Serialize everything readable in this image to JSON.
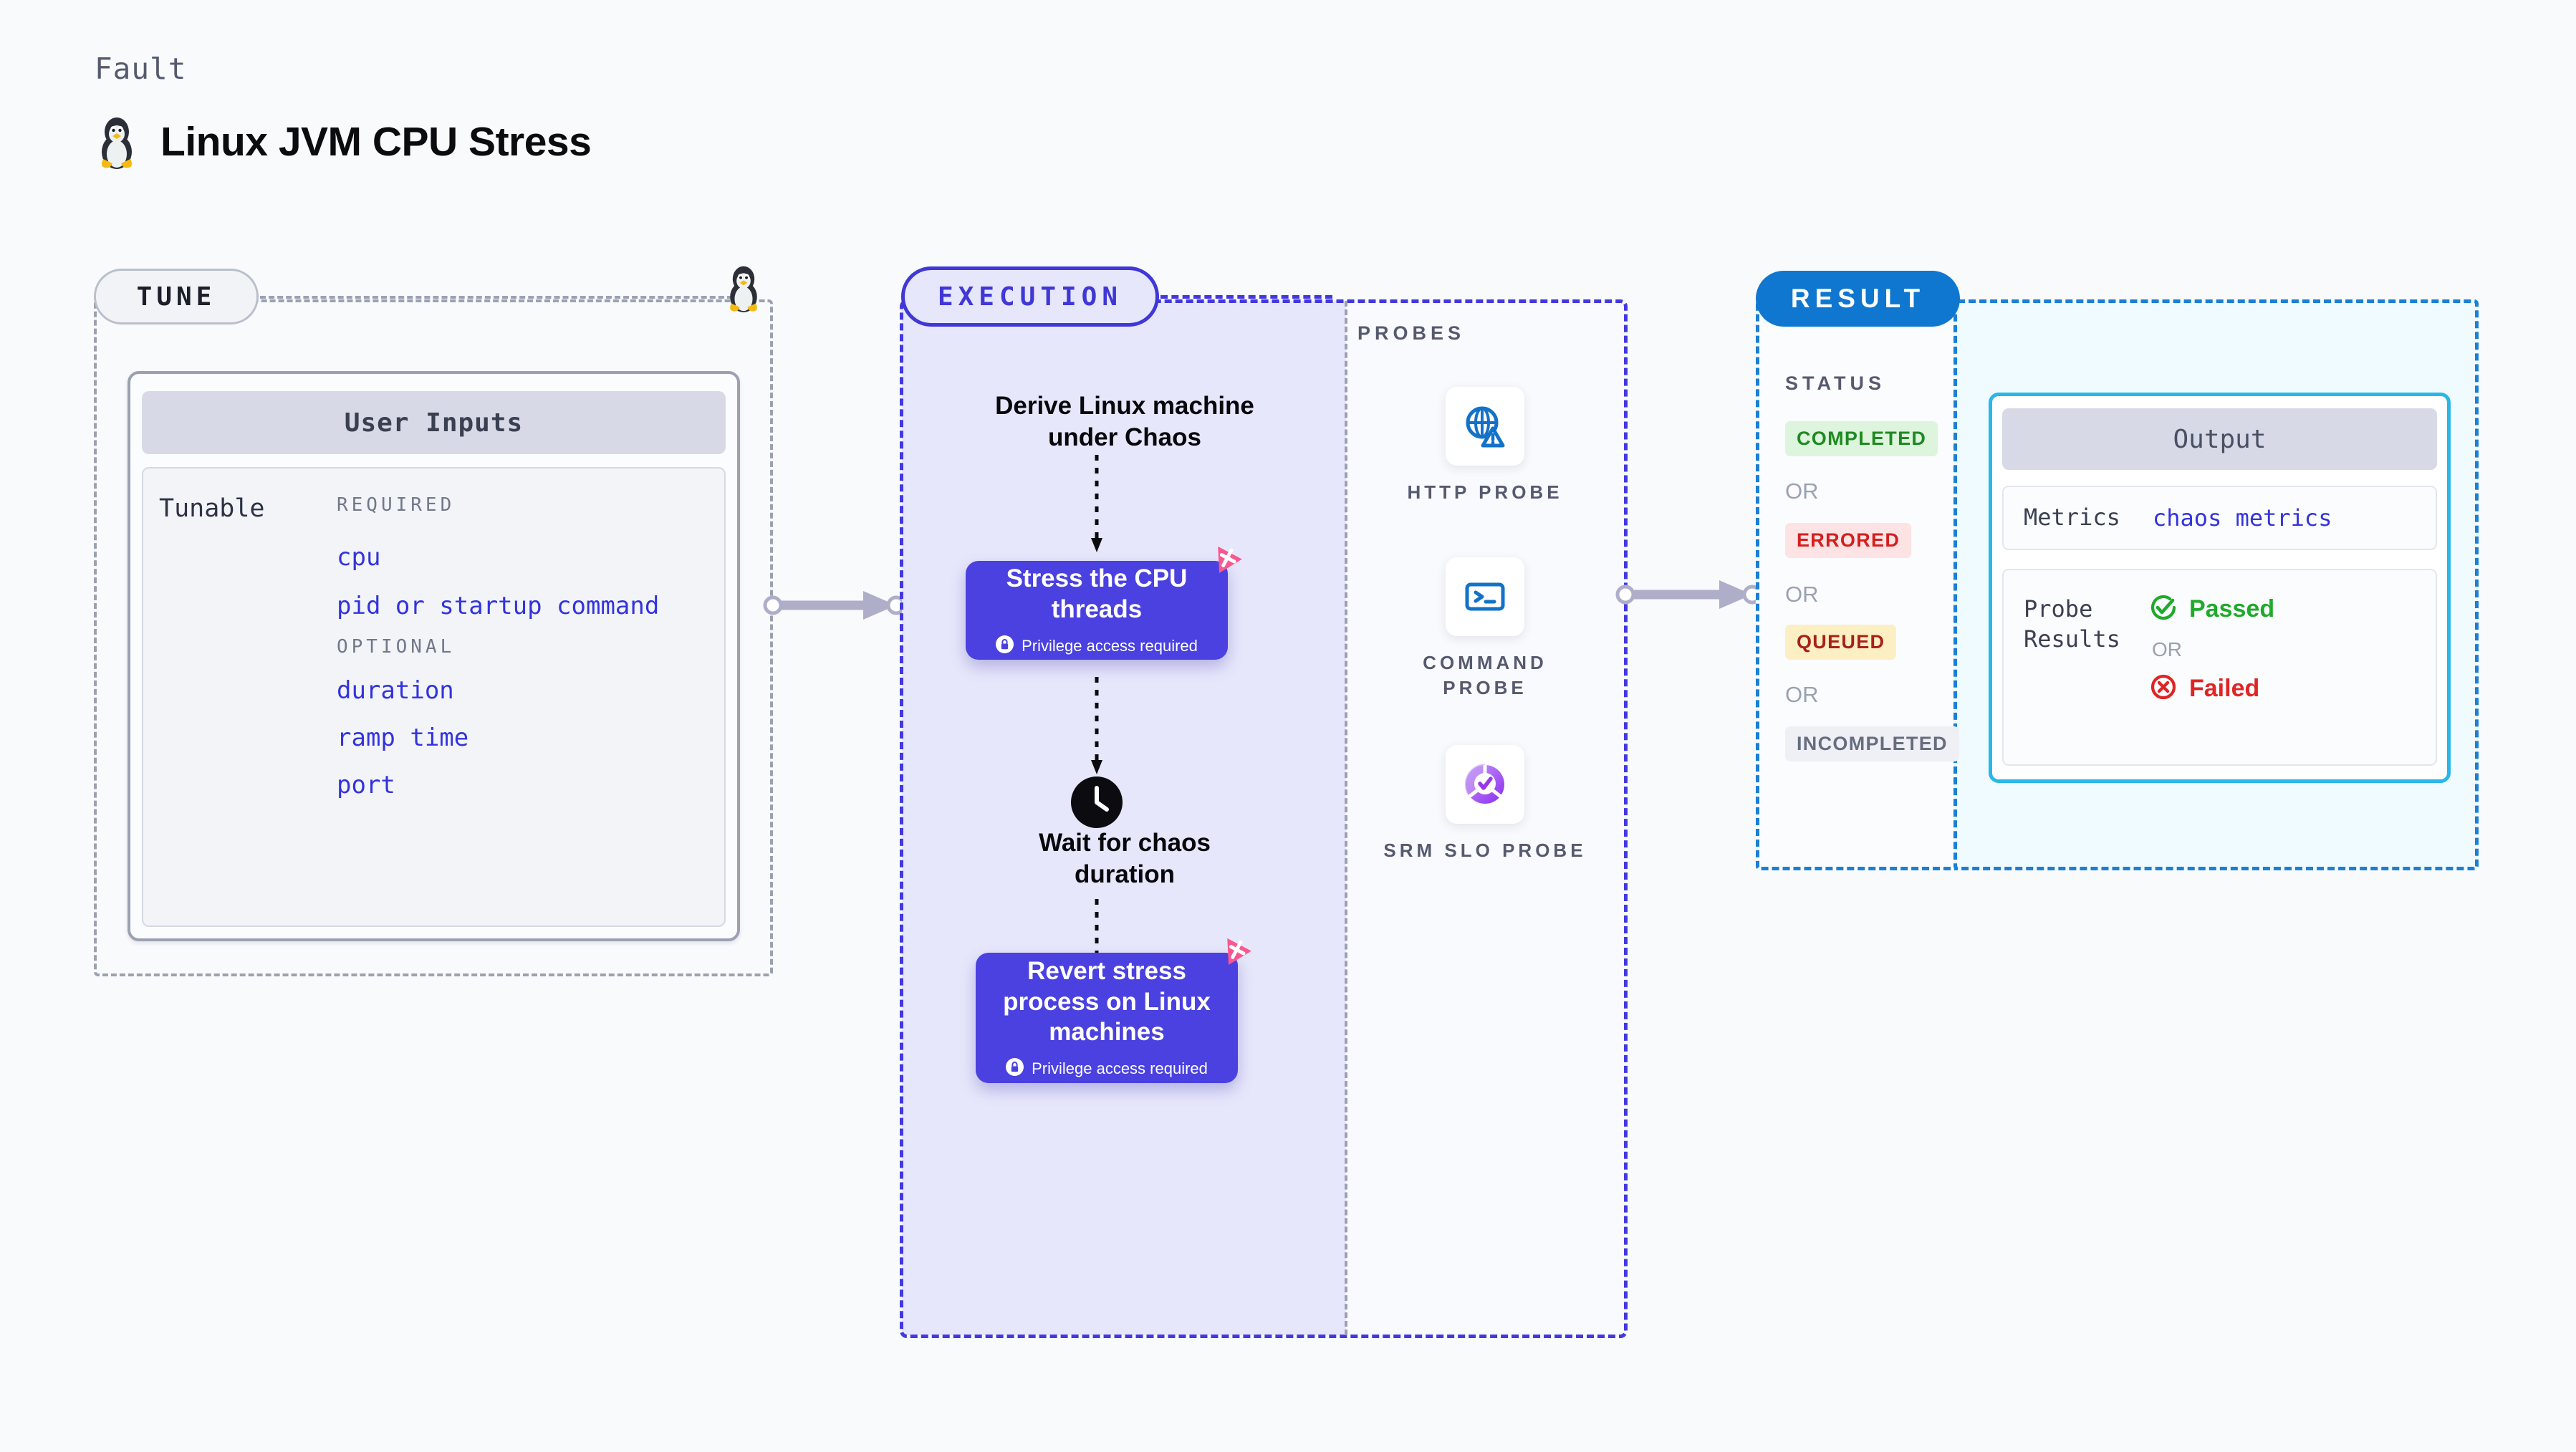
{
  "header": {
    "kicker": "Fault",
    "title": "Linux JVM CPU Stress",
    "icon": "linux-tux-icon"
  },
  "tune": {
    "badge": "TUNE",
    "card_title": "User Inputs",
    "tunable_label": "Tunable",
    "groups": [
      {
        "label": "REQUIRED",
        "params": [
          "cpu",
          "pid or startup command"
        ]
      },
      {
        "label": "OPTIONAL",
        "params": [
          "duration",
          "ramp time",
          "port"
        ]
      }
    ]
  },
  "execution": {
    "badge": "EXECUTION",
    "steps": [
      {
        "type": "text",
        "title": "Derive Linux machine under Chaos"
      },
      {
        "type": "card",
        "title": "Stress the CPU threads",
        "note": "Privilege access required",
        "icon": "lock-icon"
      },
      {
        "type": "wait",
        "title": "Wait for chaos duration",
        "icon": "clock-icon"
      },
      {
        "type": "card",
        "title": "Revert stress process on Linux machines",
        "note": "Privilege access required",
        "icon": "lock-icon"
      }
    ]
  },
  "probes": {
    "label": "PROBES",
    "items": [
      {
        "name": "HTTP PROBE",
        "icon": "globe-warning-icon"
      },
      {
        "name": "COMMAND PROBE",
        "icon": "terminal-icon"
      },
      {
        "name": "SRM SLO PROBE",
        "icon": "slo-gauge-check-icon"
      }
    ]
  },
  "result": {
    "badge": "RESULT",
    "status_label": "STATUS",
    "or_text": "OR",
    "statuses": [
      {
        "text": "COMPLETED",
        "color": "#1f8a21",
        "bg": "#ddf5dd"
      },
      {
        "text": "ERRORED",
        "color": "#d31f1f",
        "bg": "#fde3e3"
      },
      {
        "text": "QUEUED",
        "color": "#a8201a",
        "bg": "#fcefc4"
      },
      {
        "text": "INCOMPLETED",
        "color": "#666d80",
        "bg": "#eff0f5"
      }
    ],
    "output": {
      "title": "Output",
      "metrics_key": "Metrics",
      "metrics_value": "chaos metrics",
      "probe_key": "Probe Results",
      "passed": "Passed",
      "failed": "Failed",
      "or_text": "OR",
      "passed_color": "#1faa2b",
      "failed_color": "#e02424",
      "passed_icon": "check-circle-icon",
      "failed_icon": "x-circle-icon"
    }
  },
  "colors": {
    "background": "#f8fafc",
    "indigo": "#4a41e0",
    "blue": "#0f77cf",
    "cyan": "#29b6e8",
    "pink": "#f9578f",
    "gray_dash": "#9aa1b1"
  }
}
